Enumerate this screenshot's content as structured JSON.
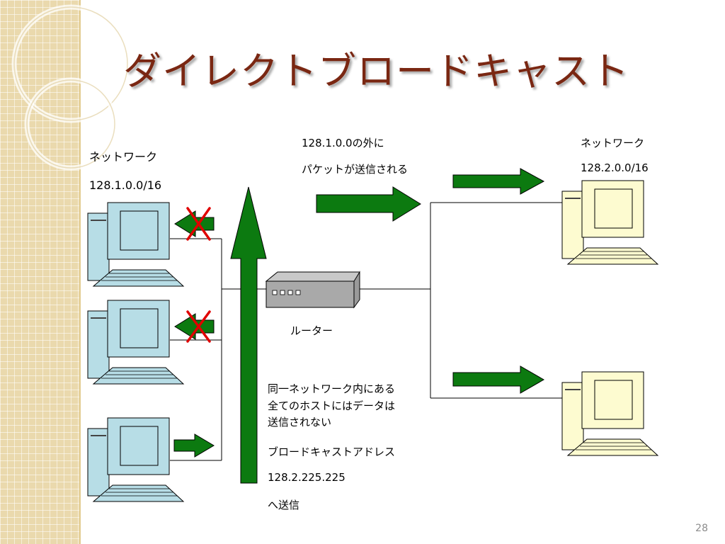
{
  "slide": {
    "title": "ダイレクトブロードキャスト",
    "page_number": "28"
  },
  "left_network": {
    "label": "ネットワーク",
    "address": "128.1.0.0/16"
  },
  "right_network": {
    "label": "ネットワーク",
    "address": "128.2.0.0/16"
  },
  "outbound_note": {
    "line1": "128.1.0.0の外に",
    "line2": "パケットが送信される"
  },
  "router": {
    "label": "ルーター"
  },
  "same_network_note": {
    "line1": "同一ネットワーク内にある",
    "line2": "全てのホストにはデータは",
    "line3": "送信されない"
  },
  "broadcast_note": {
    "line1": "ブロードキャストアドレス",
    "line2": "128.2.225.225",
    "line3": "へ送信"
  },
  "colors": {
    "title": "#7a2712",
    "arrow": "#0c7a10",
    "blocked_mark": "#e00000",
    "left_pc_screen": "#b7dde6",
    "right_pc_screen": "#fdfbd0"
  }
}
